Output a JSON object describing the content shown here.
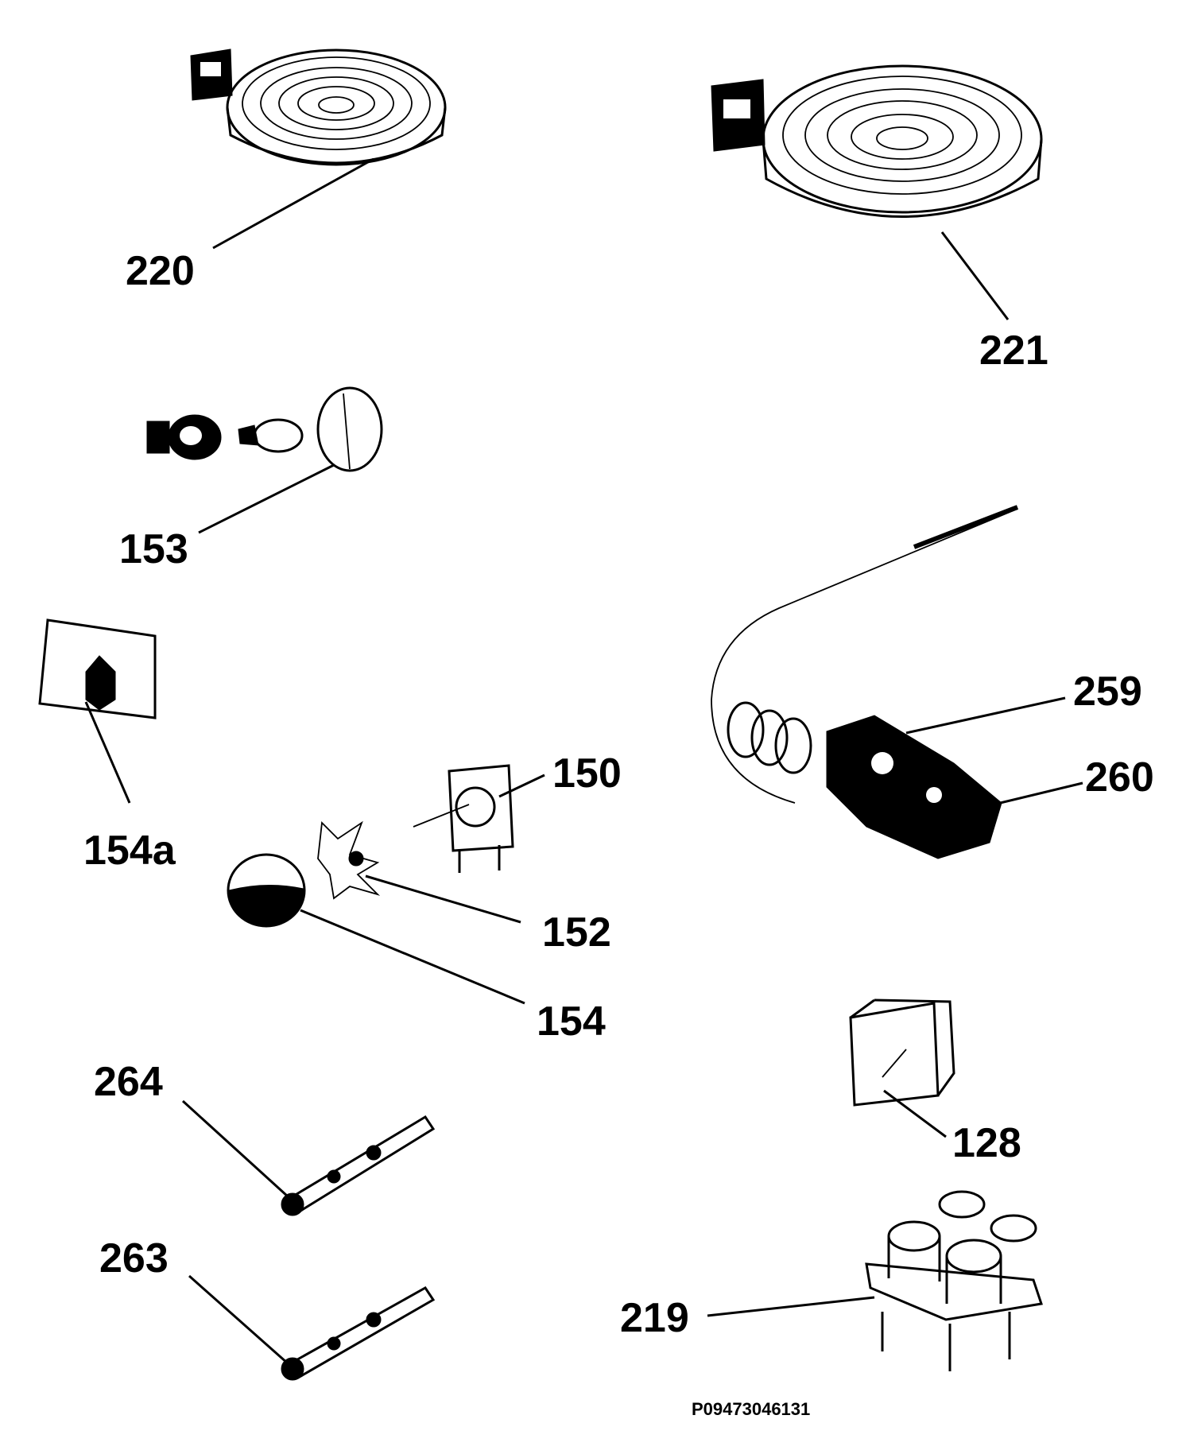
{
  "diagram": {
    "drawing_code": "P09473046131",
    "parts": [
      {
        "id": "220",
        "label": "220"
      },
      {
        "id": "221",
        "label": "221"
      },
      {
        "id": "153",
        "label": "153"
      },
      {
        "id": "259",
        "label": "259"
      },
      {
        "id": "260",
        "label": "260"
      },
      {
        "id": "154a",
        "label": "154a"
      },
      {
        "id": "150",
        "label": "150"
      },
      {
        "id": "152",
        "label": "152"
      },
      {
        "id": "154",
        "label": "154"
      },
      {
        "id": "128",
        "label": "128"
      },
      {
        "id": "264",
        "label": "264"
      },
      {
        "id": "263",
        "label": "263"
      },
      {
        "id": "219",
        "label": "219"
      }
    ],
    "colors": {
      "ink": "#000000",
      "paper": "#ffffff"
    }
  }
}
